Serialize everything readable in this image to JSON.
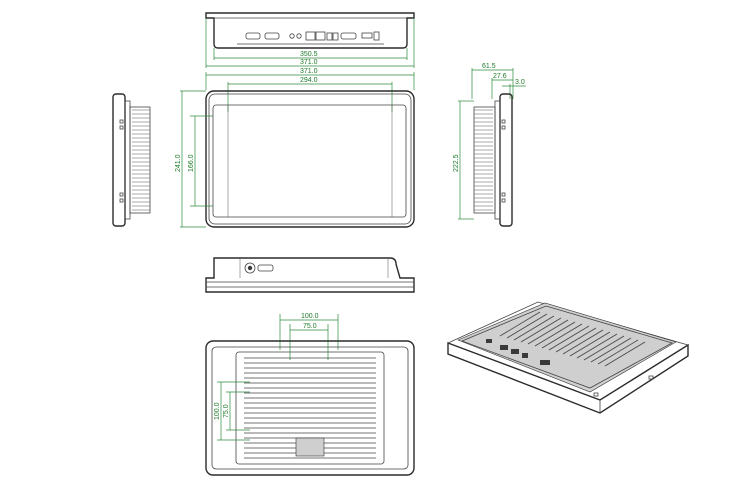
{
  "colors": {
    "dimension": "#2c8c3a",
    "outline": "#2b2b2b",
    "background": "#ffffff"
  },
  "top_view": {
    "dims": {
      "inner_width": "350.5",
      "outer_width": "371.0"
    }
  },
  "front_view": {
    "dims": {
      "overall_width": "371.0",
      "display_width": "294.0",
      "overall_height": "241.0",
      "display_height": "166.0"
    }
  },
  "right_side_view": {
    "dims": {
      "depth": "61.5",
      "depth_front": "27.6",
      "bezel": "3.0",
      "height": "222.5"
    }
  },
  "rear_view": {
    "dims": {
      "vesa_outer_h": "100.0",
      "vesa_inner_h": "75.0",
      "vesa_outer_v": "100.0",
      "vesa_inner_v": "75.0"
    }
  }
}
